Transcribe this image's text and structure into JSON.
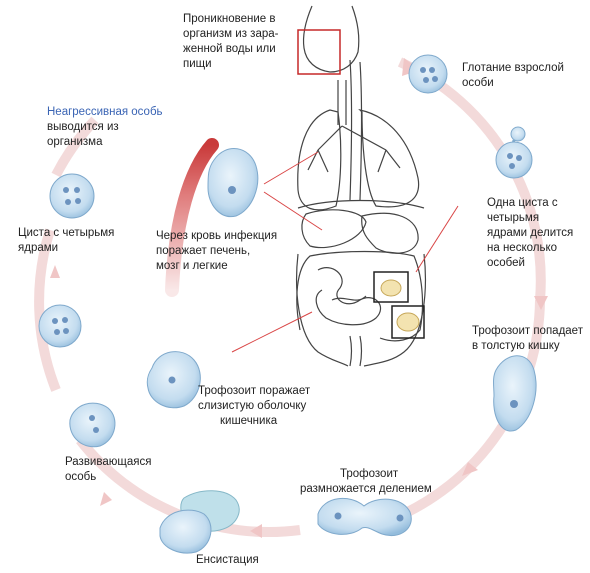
{
  "labels": {
    "penetration": [
      "Проникновение в",
      "организм из зара-",
      "женной воды или",
      "пищи"
    ],
    "swallowing": [
      "Глотание взрослой",
      "особи"
    ],
    "cyst_divides": [
      "Одна циста с",
      "четырьмя",
      "ядрами делится",
      "на несколько",
      "особей"
    ],
    "trophozoite_colon": [
      "Трофозоит попадает",
      "в толстую кишку"
    ],
    "trophozoite_divides": [
      "Трофозоит",
      "размножается делением"
    ],
    "encystation": "Енсистация",
    "developing": [
      "Развивающаяся",
      "особь"
    ],
    "cyst_four_nuclei": [
      "Циста с четырьмя",
      "ядрами"
    ],
    "non_aggressive_title": "Неагрессивная особь",
    "non_aggressive_rest": [
      "выводится из",
      "организма"
    ],
    "blood_infection": [
      "Через кровь инфекция",
      "поражает печень,",
      "мозг и легкие"
    ],
    "mucosa": [
      "Трофозоит поражает",
      "слизистую оболочку",
      "кишечника"
    ]
  },
  "colors": {
    "cycle_arrow": "#f2d6d6",
    "cycle_arrow_tip": "#f0c2c2",
    "blood_arrow_dark": "#c93a3a",
    "blood_arrow_light": "#f6dede",
    "cell_fill": "#c9e1f1",
    "cell_stroke": "#7fa9cc",
    "nucleus": "#6c93bf",
    "pointer_line": "#d94545",
    "highlight_box": "#c62828",
    "detail_box": "#222222",
    "anatomy_stroke": "#444444",
    "label_blue": "#3a64b4"
  }
}
